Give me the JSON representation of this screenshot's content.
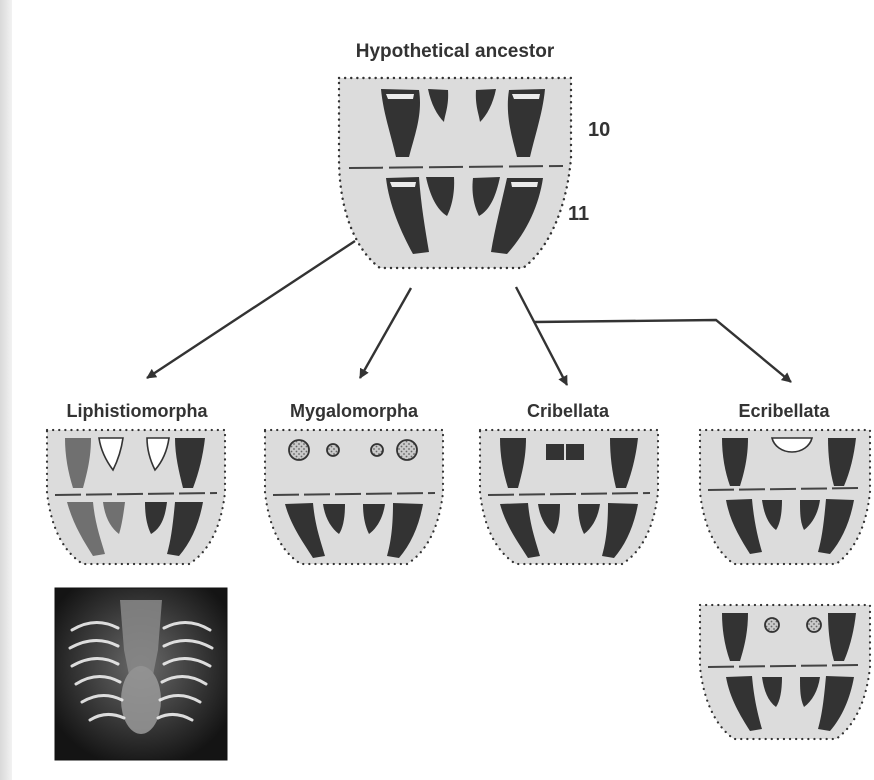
{
  "title": "Hypothetical ancestor",
  "segment_labels": [
    "10",
    "11"
  ],
  "groups": [
    {
      "id": "liphistiomorpha",
      "label": "Liphistiomorpha"
    },
    {
      "id": "mygalomorpha",
      "label": "Mygalomorpha"
    },
    {
      "id": "cribellata",
      "label": "Cribellata"
    },
    {
      "id": "ecribellata",
      "label": "Ecribellata"
    }
  ],
  "colors": {
    "panel_fill": "#dcdcdc",
    "panel_dots": "#333333",
    "spinneret_dark": "#333333",
    "spinneret_gray": "#707070",
    "arrow": "#333333",
    "photo_dark": "#1e1e1e"
  }
}
